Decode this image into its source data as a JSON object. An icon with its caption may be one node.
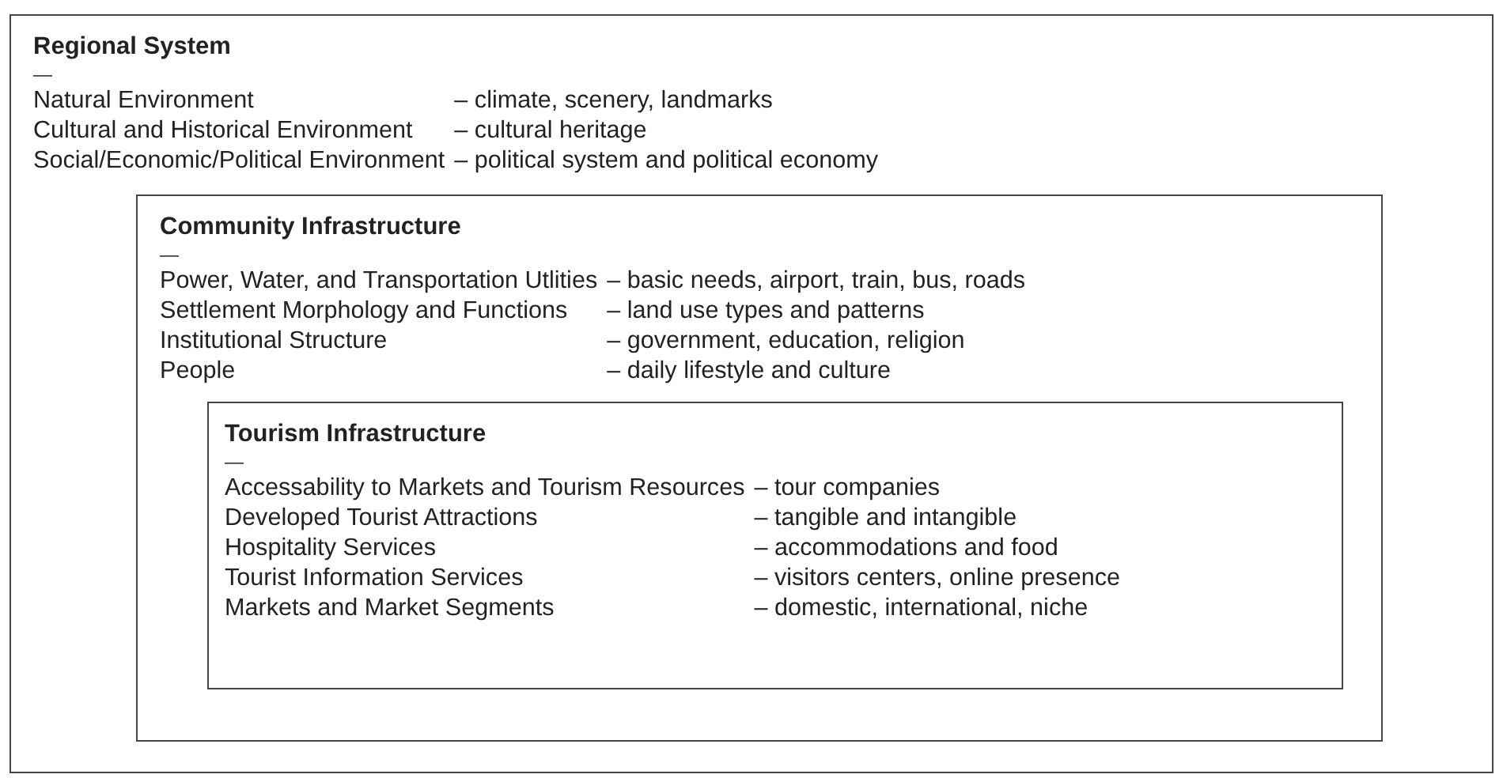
{
  "diagram": {
    "nodes": [
      {
        "text": [
          "Regional System",
          "—",
          "Natural Environment",
          "– climate, scenery, landmarks",
          "Cultural and Historical Environment",
          "– cultural heritage",
          "Social/Economic/Political Environment",
          "– political system and political economy"
        ]
      },
      {
        "text": [
          "Community Infrastructure",
          "—",
          "Power, Water, and Transportation Utlities",
          "– basic needs, airport, train, bus, roads",
          "Settlement Morphology and Functions",
          "– land use types and patterns",
          "Institutional Structure",
          "– government, education, religion",
          "People",
          "– daily lifestyle and culture"
        ],
        "in": 0
      },
      {
        "text": [
          "Tourism Infrastructure",
          "—",
          "Accessability to Markets and Tourism Resources",
          "– tour companies",
          "Developed Tourist Attractions",
          "– tangible and intangible",
          "Hospitality Services",
          "– accommodations and food",
          "Tourist Information Services",
          "– visitors centers, online presence",
          "Markets and Market Segments",
          "– domestic, international, niche"
        ],
        "in": 1
      }
    ]
  }
}
